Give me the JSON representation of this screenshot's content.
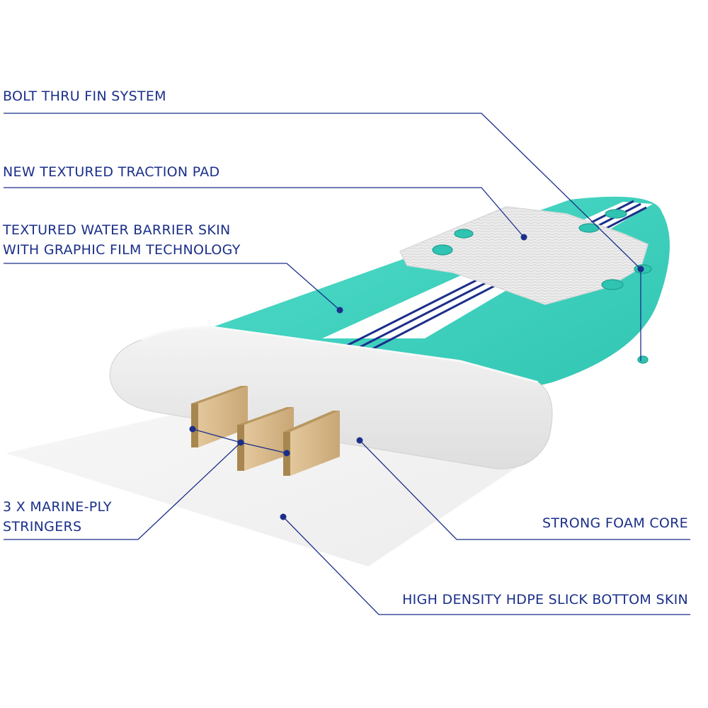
{
  "labels": {
    "fin_system": "BOLT THRU FIN SYSTEM",
    "traction_pad": "NEW TEXTURED TRACTION PAD",
    "water_barrier_line1": "TEXTURED WATER BARRIER SKIN",
    "water_barrier_line2": "WITH GRAPHIC FILM TECHNOLOGY",
    "stringers_line1": "3 X MARINE-PLY",
    "stringers_line2": "STRINGERS",
    "foam_core": "STRONG FOAM CORE",
    "bottom_skin": "HIGH DENSITY HDPE SLICK BOTTOM SKIN"
  },
  "colors": {
    "label_text": "#1b2f8a",
    "leader_line": "#1b2f8a",
    "deck": "#3bcfbd",
    "deck_stripe": "#ffffff",
    "pinstripe": "#1b2f8a",
    "foam": "#ececec",
    "stringer_wood": "#d6b88b",
    "bottom_skin": "#f3f3f3"
  }
}
